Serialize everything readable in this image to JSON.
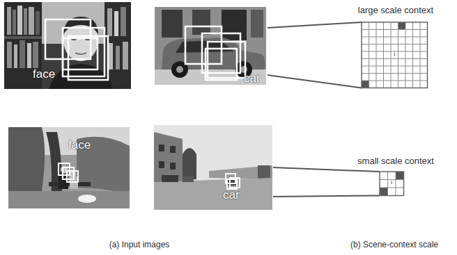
{
  "diagram": {
    "labels": [
      "face",
      "car",
      "large scale context",
      "i",
      "face",
      "car",
      "small scale context",
      "i",
      "(a) Input images",
      "(b) Scene-context scale"
    ]
  }
}
